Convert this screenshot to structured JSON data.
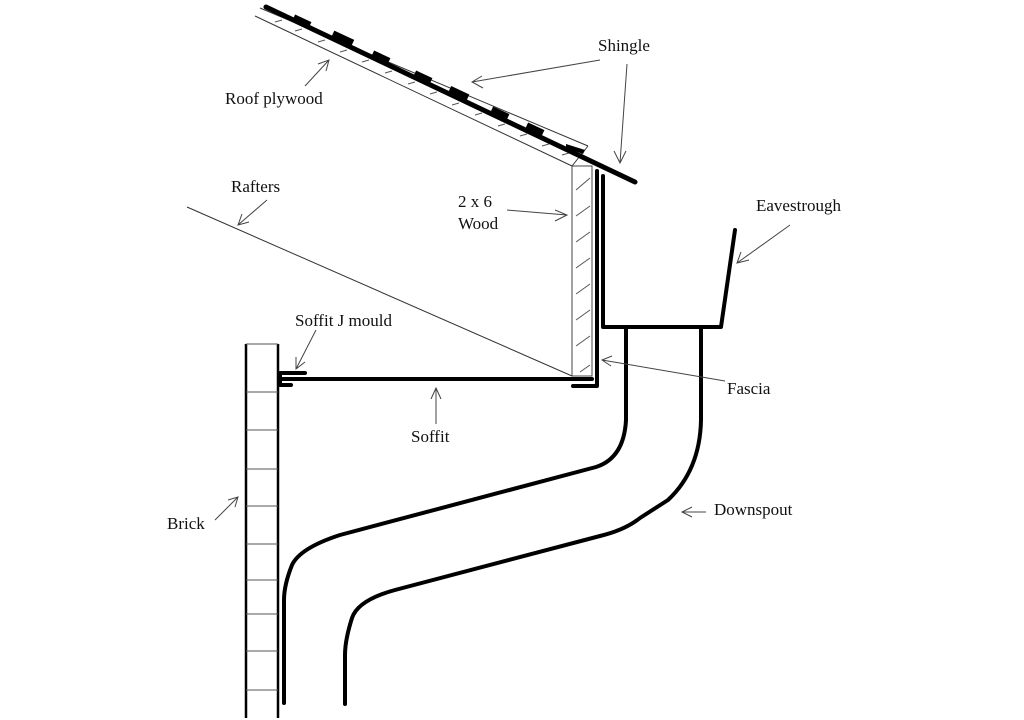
{
  "diagram": {
    "title": "Roof eave cross-section",
    "labels": {
      "shingle": "Shingle",
      "roof_plywood": "Roof plywood",
      "rafters": "Rafters",
      "wood_line1": "2 x 6",
      "wood_line2": "Wood",
      "eavestrough": "Eavestrough",
      "soffit_j_mould": "Soffit J mould",
      "fascia": "Fascia",
      "soffit": "Soffit",
      "brick": "Brick",
      "downspout": "Downspout"
    },
    "colors": {
      "background": "#ffffff",
      "line": "#000000",
      "text": "#111111"
    }
  }
}
